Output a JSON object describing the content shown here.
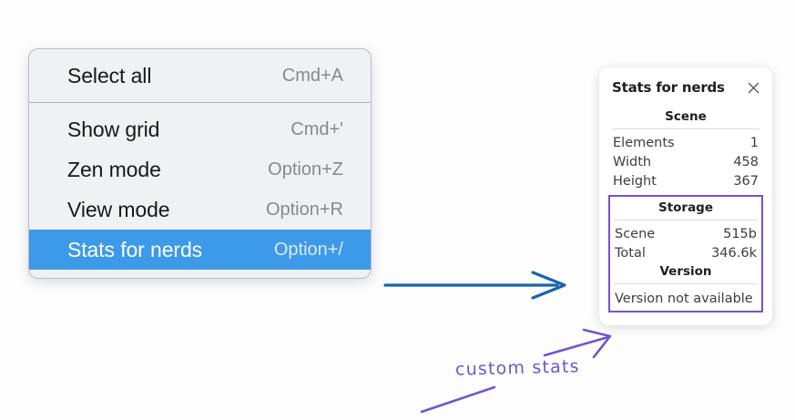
{
  "context_menu": {
    "groups": [
      {
        "items": [
          {
            "label": "Select all",
            "shortcut": "Cmd+A",
            "highlighted": false
          }
        ]
      },
      {
        "items": [
          {
            "label": "Show grid",
            "shortcut": "Cmd+'",
            "highlighted": false
          },
          {
            "label": "Zen mode",
            "shortcut": "Option+Z",
            "highlighted": false
          },
          {
            "label": "View mode",
            "shortcut": "Option+R",
            "highlighted": false
          },
          {
            "label": "Stats for nerds",
            "shortcut": "Option+/",
            "highlighted": true
          }
        ]
      }
    ],
    "highlight_color": "#3d9ae8"
  },
  "stats_panel": {
    "title": "Stats for nerds",
    "close_icon": "close-icon",
    "sections": [
      {
        "heading": "Scene",
        "rows": [
          {
            "key": "Elements",
            "value": "1"
          },
          {
            "key": "Width",
            "value": "458"
          },
          {
            "key": "Height",
            "value": "367"
          }
        ]
      },
      {
        "heading": "Storage",
        "rows": [
          {
            "key": "Scene",
            "value": "515b"
          },
          {
            "key": "Total",
            "value": "346.6k"
          }
        ]
      },
      {
        "heading": "Version",
        "note": "Version not available"
      }
    ],
    "highlight_box_color": "#7950c8"
  },
  "annotations": {
    "label": "custom stats",
    "label_color": "#7055cf",
    "blue_arrow_color": "#1864ab",
    "purple_arrow_color": "#7055cf"
  }
}
